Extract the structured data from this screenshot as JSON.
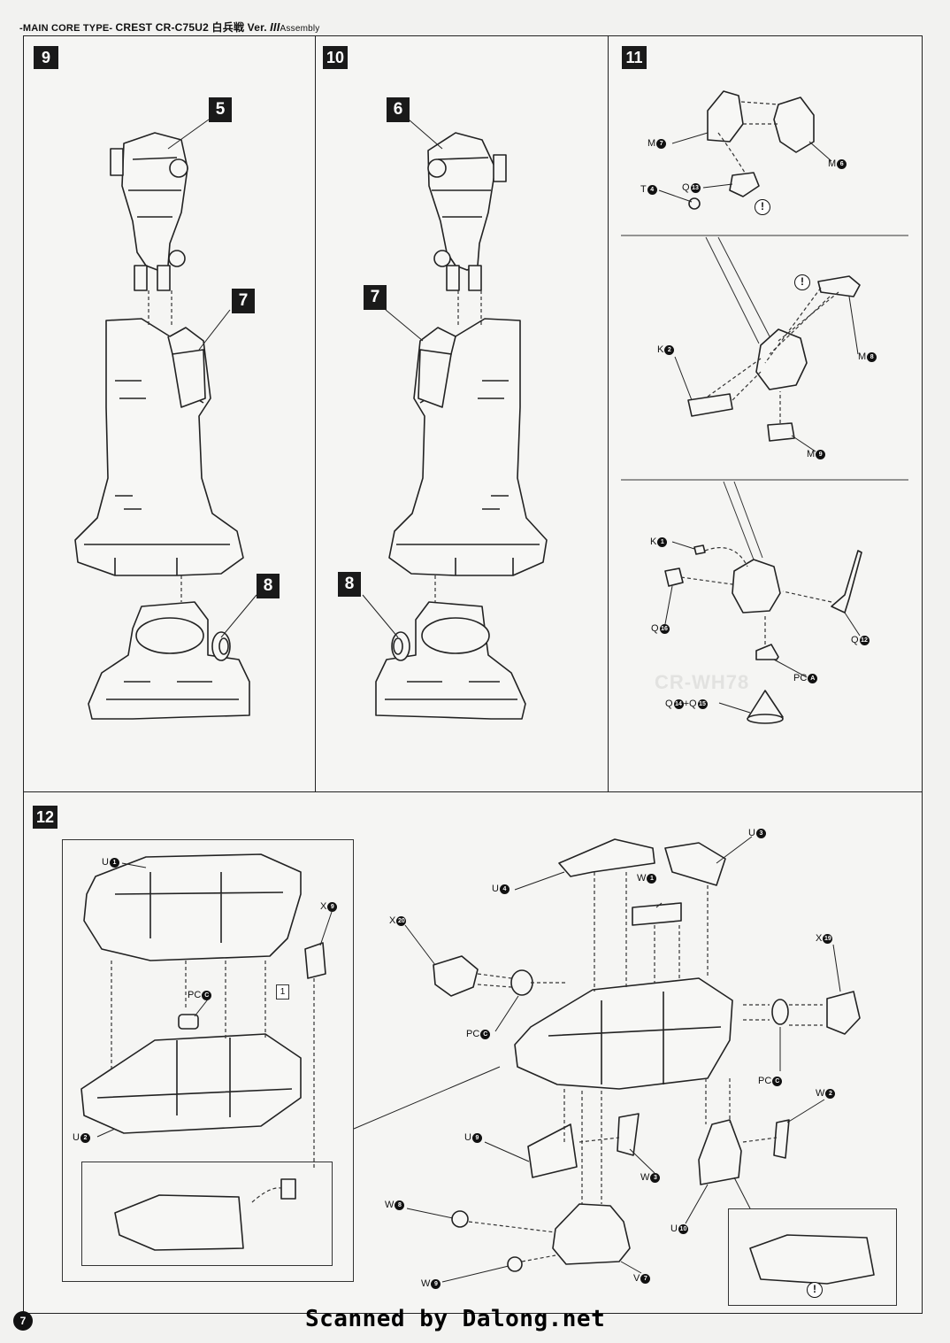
{
  "header": {
    "prefix": "-MAIN CORE TYPE-",
    "model": "CREST CR-C75U2 白兵戦 Ver.",
    "ver_marks": "III",
    "assembly": "Assembly"
  },
  "steps": {
    "s9": {
      "badge": "9",
      "callouts": [
        "5",
        "7",
        "8"
      ]
    },
    "s10": {
      "badge": "10",
      "callouts": [
        "6",
        "7",
        "8"
      ]
    },
    "s11": {
      "badge": "11",
      "labels": {
        "m7": "M",
        "m7n": "7",
        "m6": "M",
        "m6n": "6",
        "t4": "T",
        "t4n": "4",
        "q13": "Q",
        "q13n": "13",
        "k2": "K",
        "k2n": "2",
        "m8": "M",
        "m8n": "8",
        "m9": "M",
        "m9n": "9",
        "k1": "K",
        "k1n": "1",
        "q16": "Q",
        "q16n": "16",
        "q12": "Q",
        "q12n": "12",
        "pca": "PC",
        "pcan": "A",
        "q14": "Q",
        "q14n": "14",
        "plus": "+",
        "q15": "Q",
        "q15n": "15"
      },
      "watermark": "CR-WH78"
    },
    "s12": {
      "badge": "12",
      "labels": {
        "u1": "U",
        "u1n": "1",
        "x9": "X",
        "x9n": "9",
        "pcc1": "PC",
        "pcc1n": "C",
        "u2": "U",
        "u2n": "2",
        "u3": "U",
        "u3n": "3",
        "u4": "U",
        "u4n": "4",
        "w1": "W",
        "w1n": "1",
        "x20": "X",
        "x20n": "20",
        "x19": "X",
        "x19n": "19",
        "pcc2": "PC",
        "pcc2n": "C",
        "pcc3": "PC",
        "pcc3n": "C",
        "w2": "W",
        "w2n": "2",
        "u9": "U",
        "u9n": "9",
        "w3": "W",
        "w3n": "3",
        "u10": "U",
        "u10n": "10",
        "w8": "W",
        "w8n": "8",
        "w9": "W",
        "w9n": "9",
        "v7": "V",
        "v7n": "7"
      },
      "step_marker": "1"
    }
  },
  "warning_symbol": "!",
  "page_number": "7",
  "scanner_credit": "Scanned by Dalong.net"
}
